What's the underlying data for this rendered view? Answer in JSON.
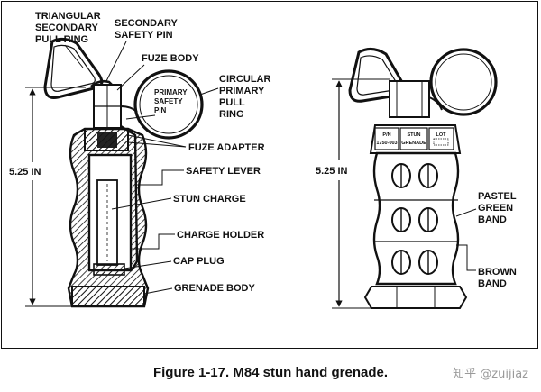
{
  "labels": {
    "triangular_pull_ring": [
      "TRIANGULAR",
      "SECONDARY",
      "PULL RING"
    ],
    "secondary_safety_pin": [
      "SECONDARY",
      "SAFETY PIN"
    ],
    "fuze_body": "FUZE BODY",
    "circular_pull_ring": [
      "CIRCULAR",
      "PRIMARY",
      "PULL",
      "RING"
    ],
    "primary_safety_pin": [
      "PRIMARY",
      "SAFETY",
      "PIN"
    ],
    "fuze_adapter": "FUZE ADAPTER",
    "safety_lever": "SAFETY LEVER",
    "stun_charge": "STUN CHARGE",
    "charge_holder": "CHARGE HOLDER",
    "cap_plug": "CAP PLUG",
    "grenade_body": "GRENADE BODY",
    "pastel_green_band": [
      "PASTEL",
      "GREEN",
      "BAND"
    ],
    "brown_band": [
      "BROWN",
      "BAND"
    ]
  },
  "dimensions": {
    "left_height": "5.25 IN",
    "right_height": "5.25 IN"
  },
  "lever_markings": {
    "pin_title": "P/N",
    "pin_number": "1750-003",
    "stun_line1": "STUN",
    "stun_line2": "GRENADE",
    "lot": "LOT"
  },
  "caption": "Figure 1-17. M84 stun hand grenade.",
  "watermark": "知乎 @zuijiaz"
}
